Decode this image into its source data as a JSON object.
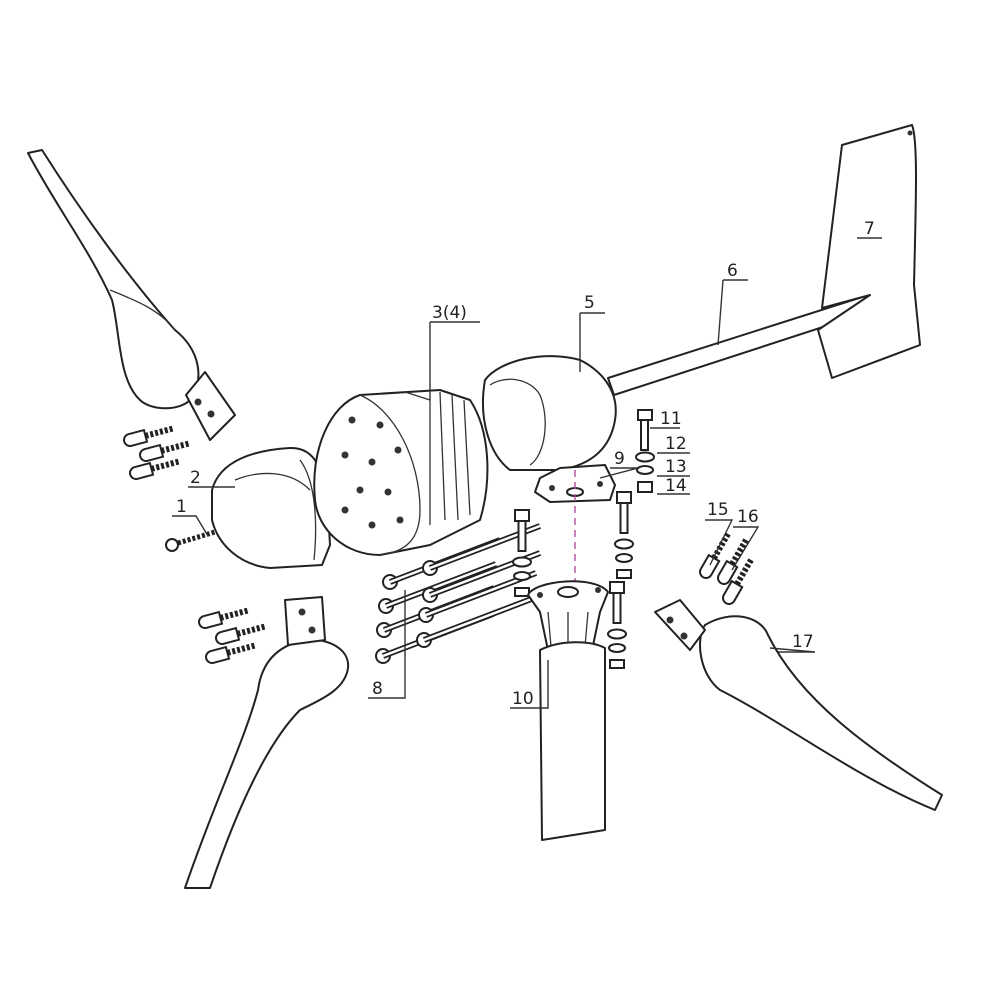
{
  "diagram": {
    "labels": {
      "p1": "1",
      "p2": "2",
      "p3": "3(4)",
      "p5": "5",
      "p6": "6",
      "p7": "7",
      "p8": "8",
      "p9": "9",
      "p10": "10",
      "p11": "11",
      "p12": "12",
      "p13": "13",
      "p14": "14",
      "p15": "15",
      "p16": "16",
      "p17": "17"
    },
    "colors": {
      "line": "#222222",
      "axis": "#b0509a",
      "background": "#ffffff"
    }
  }
}
